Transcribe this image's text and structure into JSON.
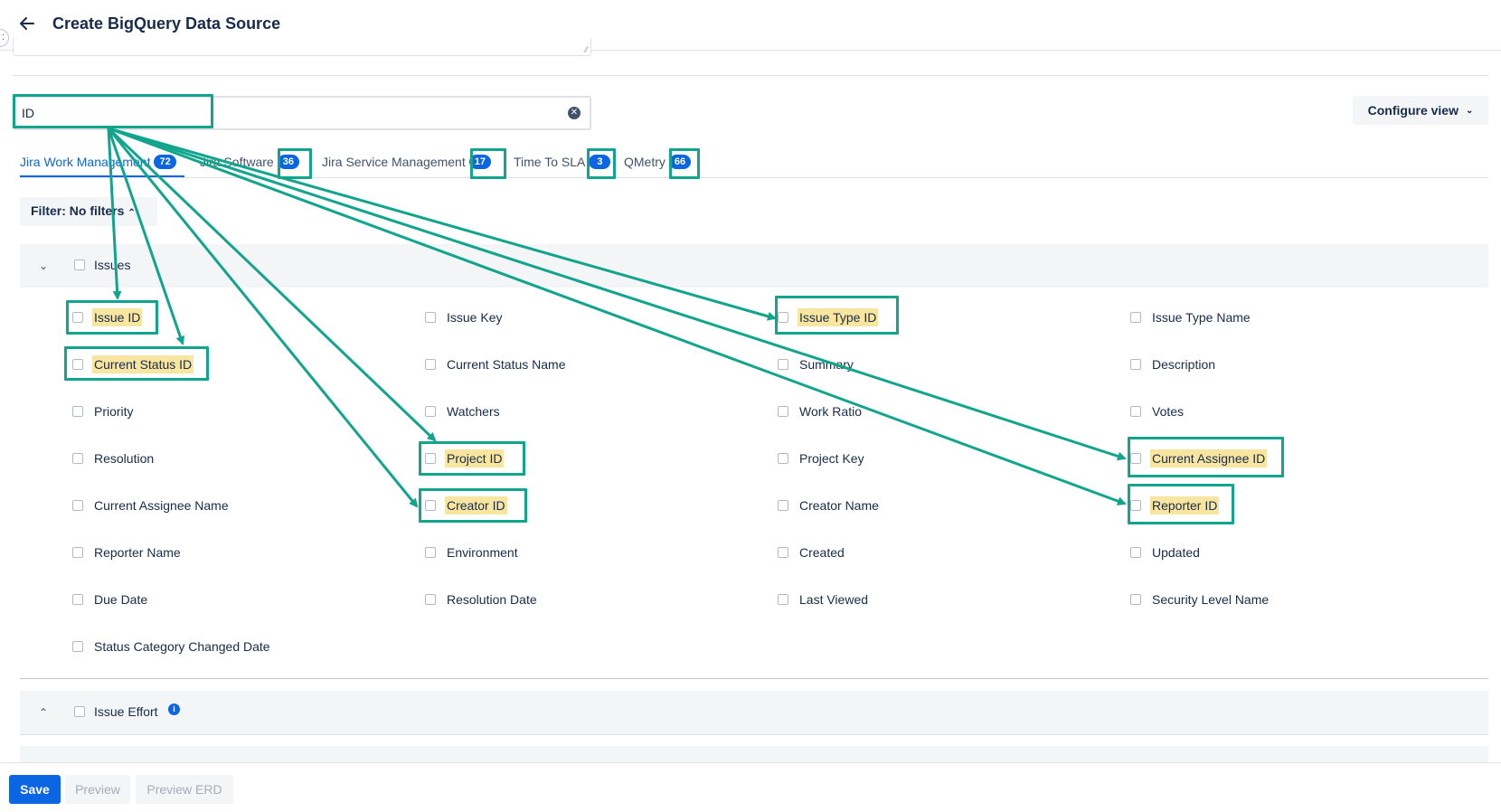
{
  "header": {
    "title": "Create BigQuery Data Source",
    "handle_glyph": ":"
  },
  "search": {
    "value": "ID"
  },
  "configure_view": {
    "label": "Configure view"
  },
  "tabs": [
    {
      "label": "Jira Work Management",
      "count": "72"
    },
    {
      "label": "Jira Software",
      "count": "36"
    },
    {
      "label": "Jira Service Management",
      "count": "17"
    },
    {
      "label": "Time To SLA",
      "count": "3"
    },
    {
      "label": "QMetry",
      "count": "66"
    }
  ],
  "filter": {
    "label": "Filter: No filters"
  },
  "sections": {
    "issues": {
      "label": "Issues",
      "fields": [
        {
          "label": "Issue ID",
          "highlight": true
        },
        {
          "label": "Issue Key",
          "highlight": false
        },
        {
          "label": "Issue Type ID",
          "highlight": true
        },
        {
          "label": "Issue Type Name",
          "highlight": false
        },
        {
          "label": "Current Status ID",
          "highlight": true
        },
        {
          "label": "Current Status Name",
          "highlight": false
        },
        {
          "label": "Summary",
          "highlight": false
        },
        {
          "label": "Description",
          "highlight": false
        },
        {
          "label": "Priority",
          "highlight": false
        },
        {
          "label": "Watchers",
          "highlight": false
        },
        {
          "label": "Work Ratio",
          "highlight": false
        },
        {
          "label": "Votes",
          "highlight": false
        },
        {
          "label": "Resolution",
          "highlight": false
        },
        {
          "label": "Project ID",
          "highlight": true
        },
        {
          "label": "Project Key",
          "highlight": false
        },
        {
          "label": "Current Assignee ID",
          "highlight": true
        },
        {
          "label": "Current Assignee Name",
          "highlight": false
        },
        {
          "label": "Creator ID",
          "highlight": true
        },
        {
          "label": "Creator Name",
          "highlight": false
        },
        {
          "label": "Reporter ID",
          "highlight": true
        },
        {
          "label": "Reporter Name",
          "highlight": false
        },
        {
          "label": "Environment",
          "highlight": false
        },
        {
          "label": "Created",
          "highlight": false
        },
        {
          "label": "Updated",
          "highlight": false
        },
        {
          "label": "Due Date",
          "highlight": false
        },
        {
          "label": "Resolution Date",
          "highlight": false
        },
        {
          "label": "Last Viewed",
          "highlight": false
        },
        {
          "label": "Security Level Name",
          "highlight": false
        },
        {
          "label": "Status Category Changed Date",
          "highlight": false
        }
      ]
    },
    "issue_effort": {
      "label": "Issue Effort"
    }
  },
  "footer": {
    "save": "Save",
    "preview": "Preview",
    "preview_erd": "Preview ERD"
  },
  "colors": {
    "accent": "#0c66e4",
    "annotation": "#10a58c",
    "highlight": "#f8e6a0"
  }
}
